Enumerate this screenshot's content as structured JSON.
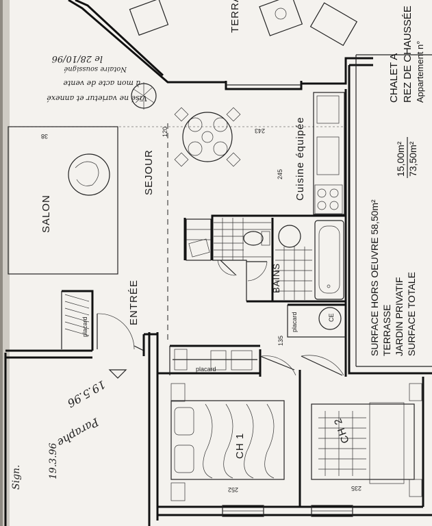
{
  "rooms": {
    "terrace": "TERRA",
    "salon": "SALON",
    "sejour": "SEJOUR",
    "kitchen": "Cuisine équipée",
    "bath": "BAINS",
    "entry": "ENTRÉE",
    "placard_entry": "placard",
    "placard_ch1": "placard",
    "placard_bath": "placard",
    "ch1": "CH 1",
    "ch2": "CH 2",
    "ce": "CE"
  },
  "dimensions": {
    "d_120": "120",
    "d_243": "243",
    "d_38": "38",
    "d_245": "245",
    "d_135": "135",
    "d_252": "252",
    "d_235": "235"
  },
  "handwriting": {
    "approval_1": "Visé ne varietur et annexé",
    "approval_2": "à mon acte de vente",
    "approval_3": "Notaire soussigné",
    "date_top": "le 28/10/96",
    "note_1": "19.5.96",
    "note_2": "Paraphe",
    "note_3": "19.3.96",
    "note_4": "Sign."
  },
  "info": {
    "title_1": "CHALET A",
    "title_2": "REZ DE CHAUSSÉE",
    "title_3": "Appartement n°",
    "row1_label": "SURFACE HORS OEUVRE 58,50m²",
    "row2_label": "TERRASSE",
    "row2_value": "15,00m²",
    "row3_label": "JARDIN PRIVATIF",
    "row3_value": "73,50m²",
    "row4_label": "SURFACE TOTALE"
  }
}
